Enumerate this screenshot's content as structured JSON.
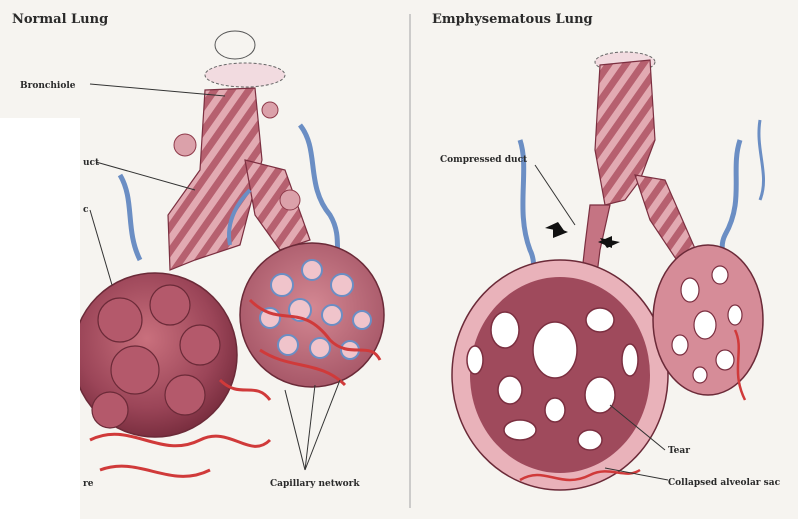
{
  "diagram": {
    "left_panel": {
      "title": "Normal Lung",
      "labels": {
        "bronchiole": "Bronchiole",
        "duct_partial": "uct",
        "sac_partial": "c",
        "pore_partial": "re",
        "capillary": "Capillary network"
      }
    },
    "right_panel": {
      "title": "Emphysematous Lung",
      "labels": {
        "compressed_duct": "Compressed duct",
        "tear": "Tear",
        "collapsed_sac": "Collapsed alveolar sac"
      }
    },
    "colors": {
      "background": "#f6f4f0",
      "tissue_dark": "#8e3a4a",
      "tissue_light": "#d99aa4",
      "vein": "#6b8ec4",
      "artery": "#d03a3a",
      "divider": "#bdbdbd"
    }
  }
}
